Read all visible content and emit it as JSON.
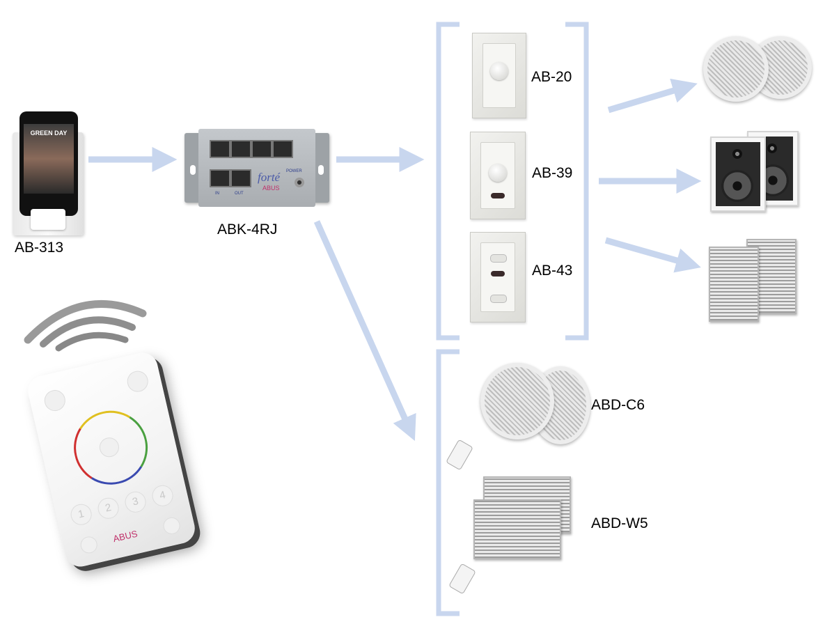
{
  "labels": {
    "dock": "AB-313",
    "hub": "ABK-4RJ",
    "controller_20": "AB-20",
    "controller_39": "AB-39",
    "controller_43": "AB-43",
    "ceiling_wireless": "ABD-C6",
    "wall_wireless": "ABD-W5"
  },
  "hub_text": {
    "brand": "forté",
    "logo": "ABUS",
    "port_in": "IN",
    "port_out": "OUT",
    "power": "POWER"
  },
  "phone_text": {
    "album": "GREEN DAY"
  },
  "remote_text": {
    "buttons": [
      "1",
      "2",
      "3",
      "4"
    ],
    "logo": "ABUS"
  },
  "colors": {
    "arrow": "#c8d6ee",
    "bracket": "#c8d6ee",
    "logo": "#c0306a"
  }
}
